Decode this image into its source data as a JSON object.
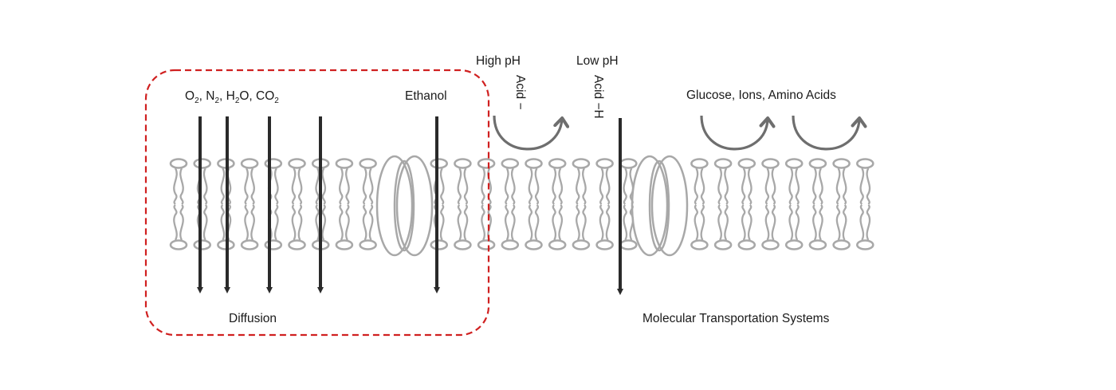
{
  "labels": {
    "gases": {
      "o": "O",
      "o_sub": "2",
      "sep1": ", N",
      "n_sub": "2",
      "sep2": ", H",
      "h_sub": "2",
      "sep3": "O, CO",
      "co_sub": "2"
    },
    "ethanol": "Ethanol",
    "high_ph": "High pH",
    "low_ph": "Low pH",
    "acid_minus": "Acid −",
    "acid_h": "Acid −H",
    "glucose": "Glucose, Ions, Amino Acids",
    "diffusion": "Diffusion",
    "transport": "Molecular Transportation Systems"
  },
  "colors": {
    "diffusion_box": "#d02020",
    "arrow": "#2a2a2a",
    "curved_arrow": "#6e6e6e",
    "membrane": "#a8a8a8"
  }
}
